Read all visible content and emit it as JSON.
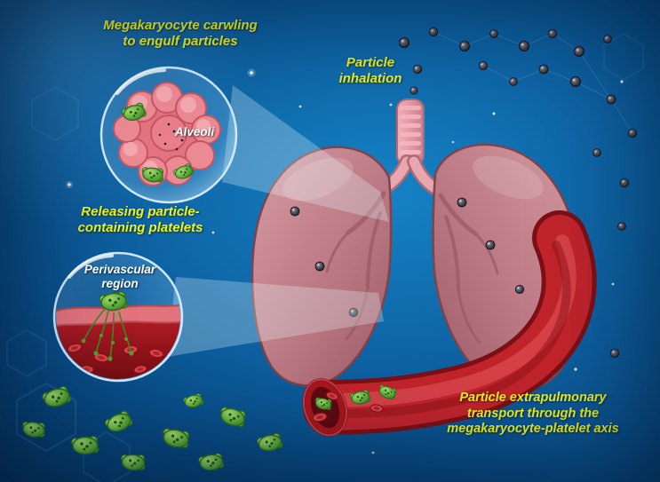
{
  "scene": {
    "labels": {
      "megakaryocyte_crawling": "Megakaryocyte carwling\nto engulf particles",
      "particle_inhalation": "Particle\ninhalation",
      "releasing_platelets": "Releasing particle-\ncontaining platelets",
      "perivascular_region": "Perivascular\nregion",
      "alveoli": "Alveoli",
      "extrapulmonary_transport": "Particle extrapulmonary\ntransport through the\nmegakaryocyte-platelet axis"
    },
    "colors": {
      "label_yellow": "#eef417",
      "inset_label_white": "#ffffff",
      "background_blue": "#0d5f9f",
      "lung_pink": "#c9858f",
      "vessel_red": "#c2242b",
      "platelet_green": "#5aa838",
      "particle_gray": "#3a3a42"
    }
  }
}
